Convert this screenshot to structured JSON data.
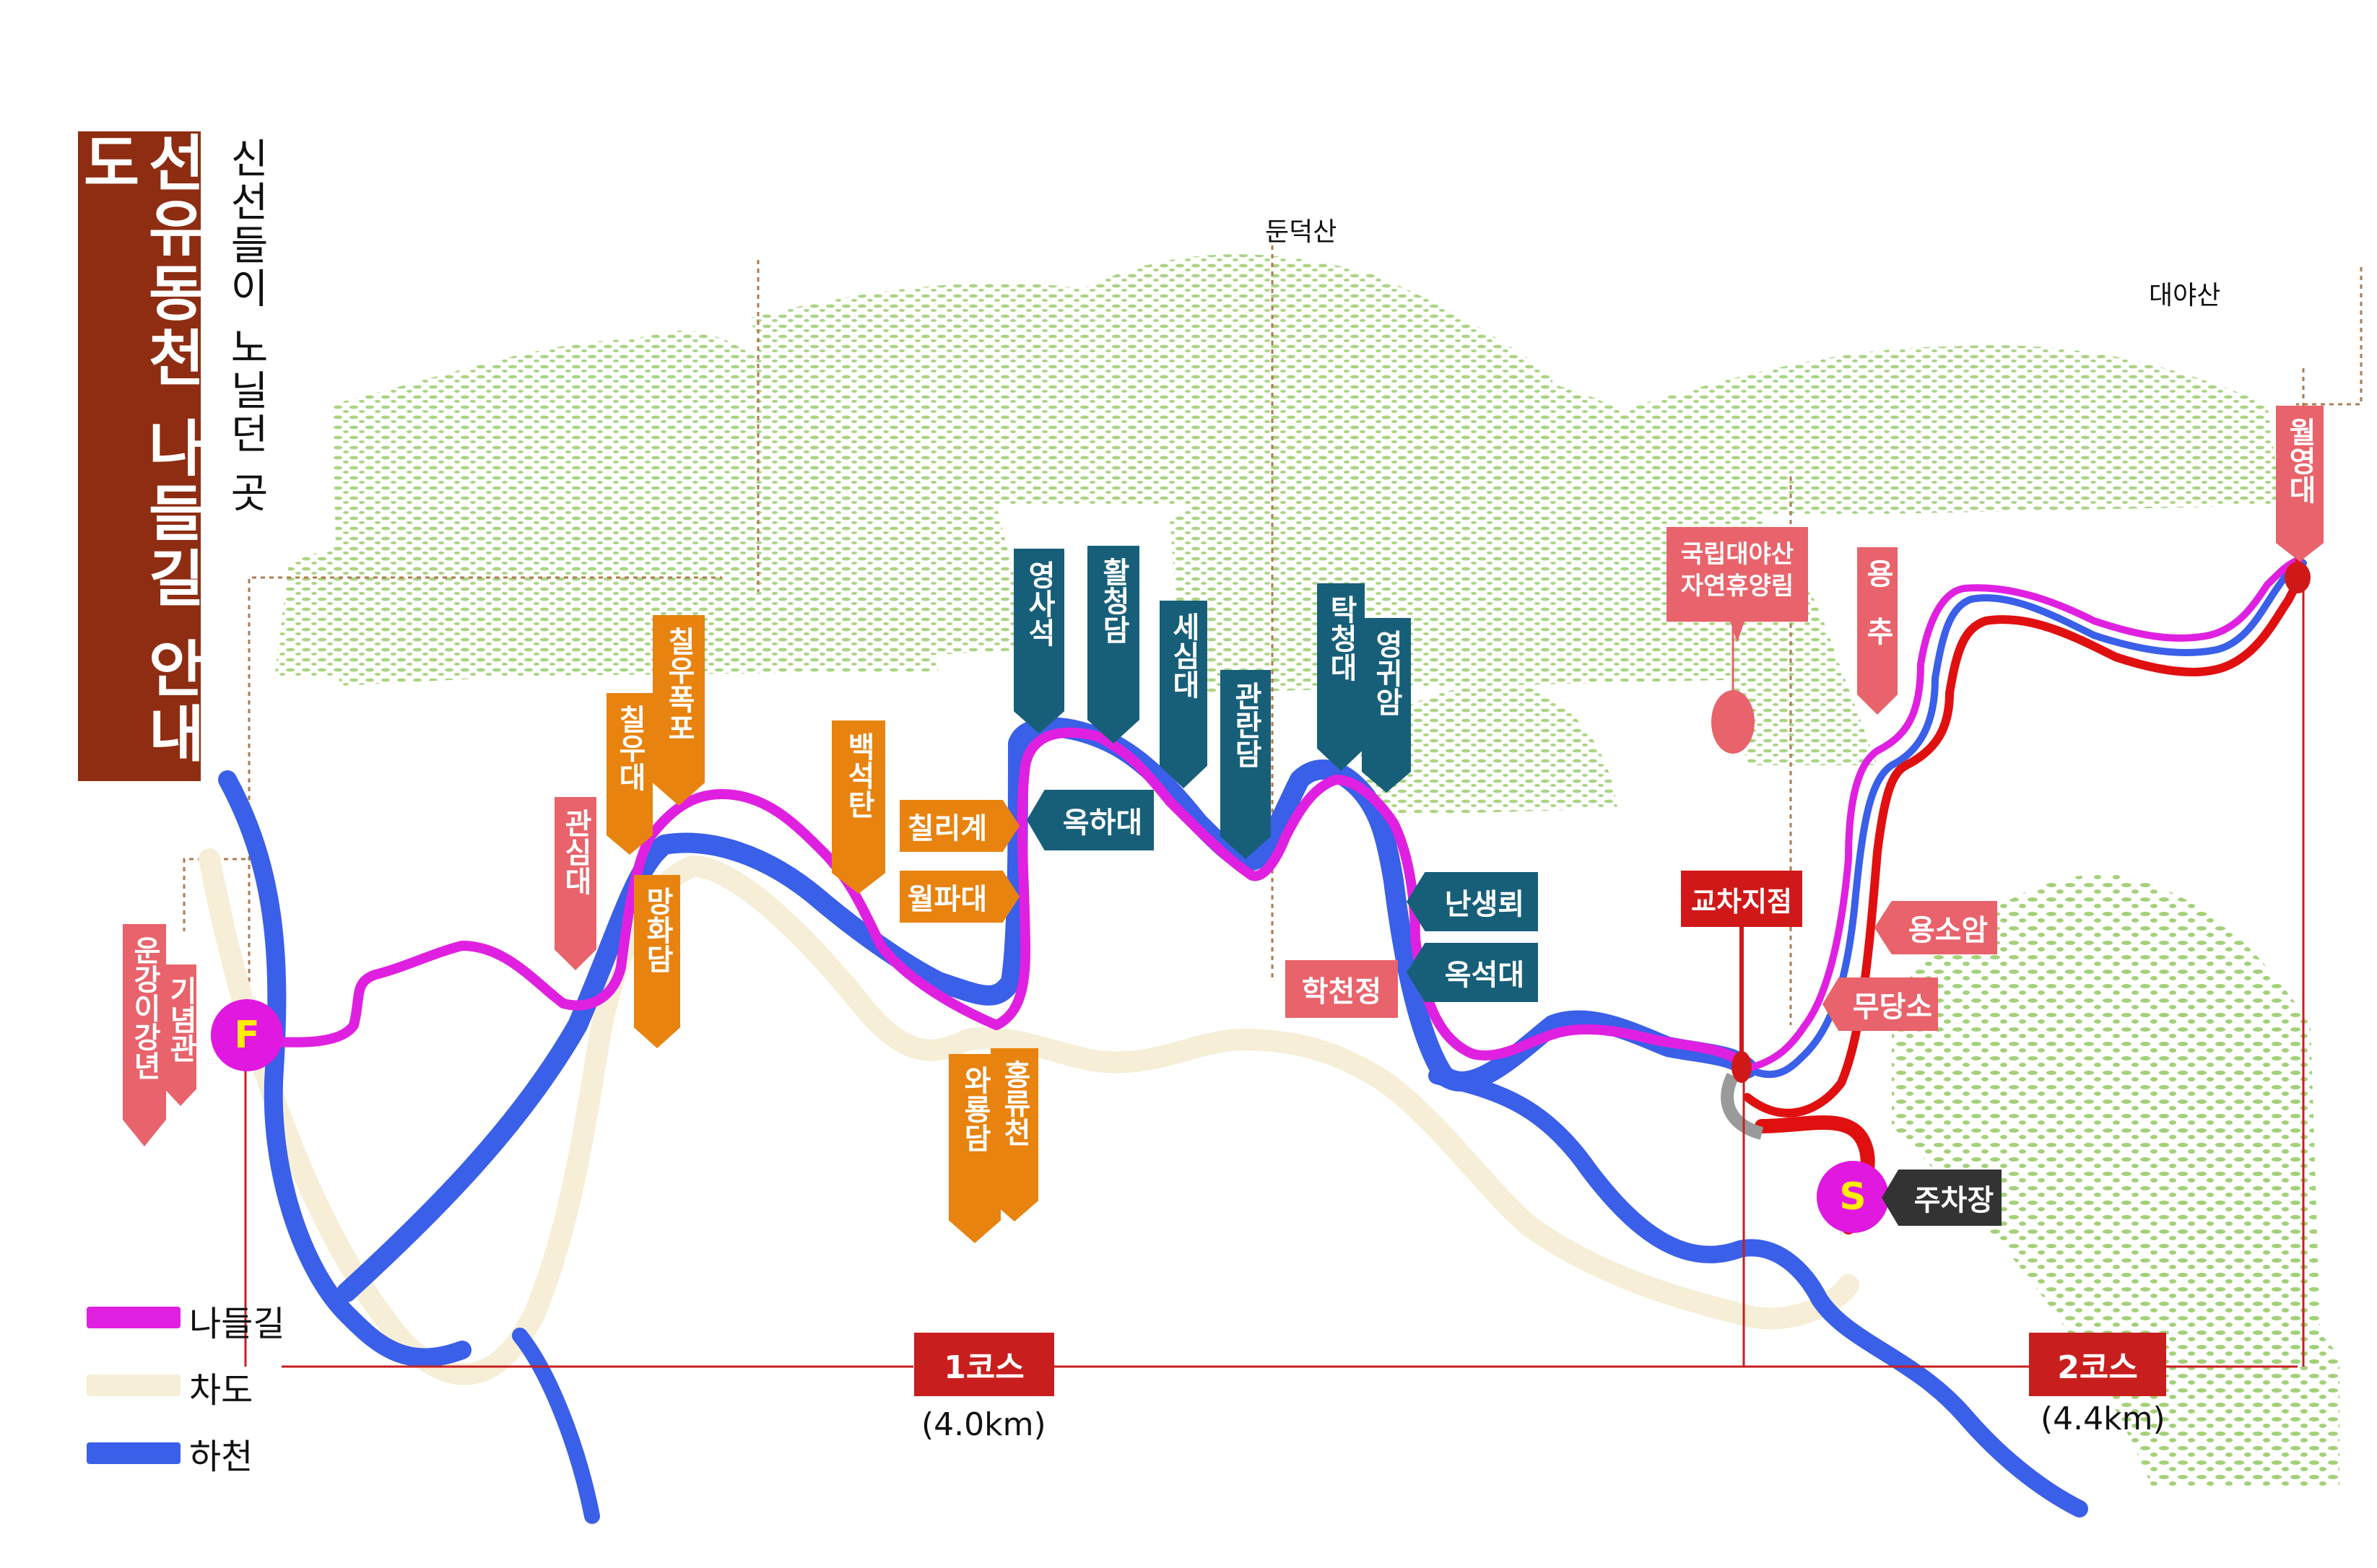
{
  "title": "선유동천 나들길 안내도",
  "subtitle": "신선들이 노닐던 곳",
  "peaks": {
    "dundeok": "둔덕산",
    "daeya": "대야산"
  },
  "labels": {
    "chiluPokpo": "칠우폭포",
    "chiluDae": "칠우대",
    "gwansimDae": "관심대",
    "manghwaDam": "망화담",
    "baekseokTan": "백석탄",
    "chilligye": "칠리계",
    "wolpaDae": "월파대",
    "warongDam": "와룡담",
    "yongryuCheon": "홍류천",
    "yeongsaseok": "영사석",
    "hwalcheongDam": "활청담",
    "sesimDae": "세심대",
    "okhaDae": "옥하대",
    "gwallanDam": "관란담",
    "takcheongDae": "탁청대",
    "yeonggwiAm": "영귀암",
    "nansaengroe": "난생뢰",
    "okseokDae": "옥석대",
    "hakcheonJeong": "학천정",
    "unganggiNyeon": "운강이강년",
    "ginyeomgwan": "기념관",
    "forest": "국립대야산 자연휴양림",
    "gyochaJijeom": "교차지점",
    "yongchu": "용추",
    "yongsoAm": "용소암",
    "mudangSo": "무당소",
    "woryeongDae": "월영대",
    "parking": "주차장"
  },
  "markers": {
    "finish": "F",
    "start": "S"
  },
  "courses": {
    "c1": {
      "name": "1코스",
      "dist": "(4.0km)"
    },
    "c2": {
      "name": "2코스",
      "dist": "(4.4km)"
    }
  },
  "legend": {
    "trail": "나들길",
    "road": "차도",
    "river": "하천"
  },
  "colors": {
    "trail": "#e020e0",
    "road": "#f6eed6",
    "river": "#3a5fe8",
    "route2": "#e01010",
    "mountain": "#a7d27d"
  }
}
